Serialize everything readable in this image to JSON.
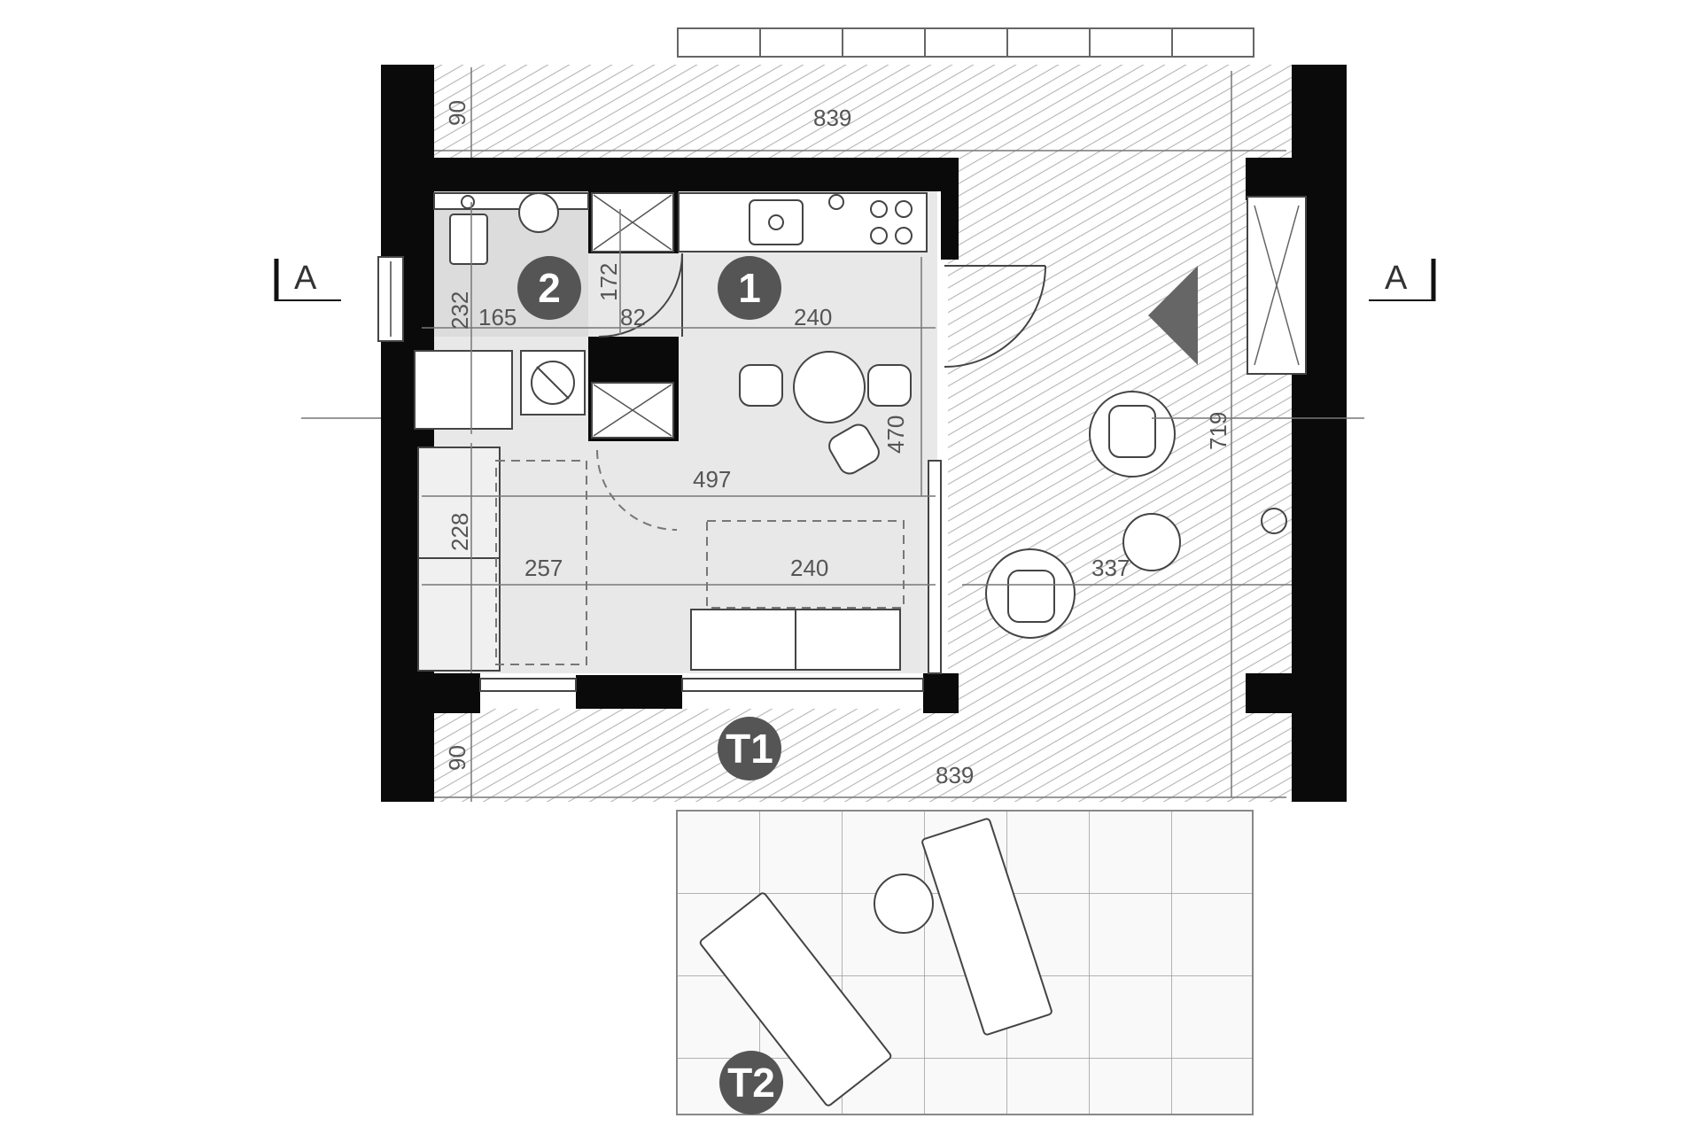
{
  "section_marks": {
    "left": "A",
    "right": "A"
  },
  "rooms": [
    {
      "id": "1",
      "label": "1"
    },
    {
      "id": "2",
      "label": "2"
    }
  ],
  "terraces": [
    {
      "id": "T1",
      "label": "T1"
    },
    {
      "id": "T2",
      "label": "T2"
    }
  ],
  "dimensions": {
    "top_depth": "90",
    "top_width": "839",
    "bath_height": "232",
    "bath_width": "165",
    "hall_height": "172",
    "hall_width": "82",
    "kitchen_width": "240",
    "room_depth": "470",
    "living_width": "497",
    "living_height": "228",
    "sofa_area_width": "257",
    "lounge_width": "240",
    "terrace_height": "719",
    "terrace_width": "337",
    "bottom_depth": "90",
    "bottom_width": "839"
  }
}
